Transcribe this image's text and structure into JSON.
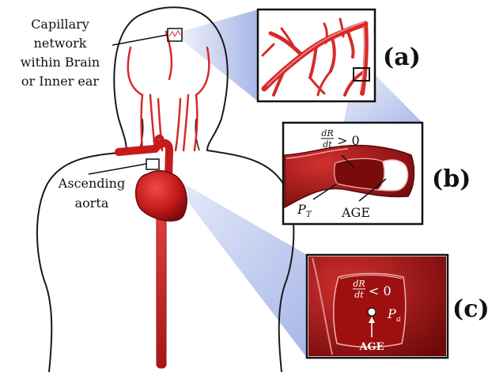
{
  "labels": {
    "capillary_line1": "Capillary",
    "capillary_line2": "network",
    "capillary_line3": "within Brain",
    "capillary_line4": "or Inner ear",
    "aorta_line1": "Ascending",
    "aorta_line2": "aorta"
  },
  "panels": {
    "a": "(a)",
    "b": "(b)",
    "c": "(c)"
  },
  "panel_b": {
    "drdt_num": "dR",
    "drdt_den": "dt",
    "drdt_rel": "> 0",
    "pt_main": "P",
    "pt_sub": "T",
    "age": "AGE"
  },
  "panel_c": {
    "drdt_num": "dR",
    "drdt_den": "dt",
    "drdt_rel": "< 0",
    "pa_main": "P",
    "pa_sub": "a",
    "age": "AGE"
  },
  "colors": {
    "vessel_red": "#d62a2a",
    "vessel_dark": "#8e1414",
    "highlight": "#f4a0a0",
    "beam_blue": "#9fb0e6",
    "outline": "#1a1a1a"
  }
}
